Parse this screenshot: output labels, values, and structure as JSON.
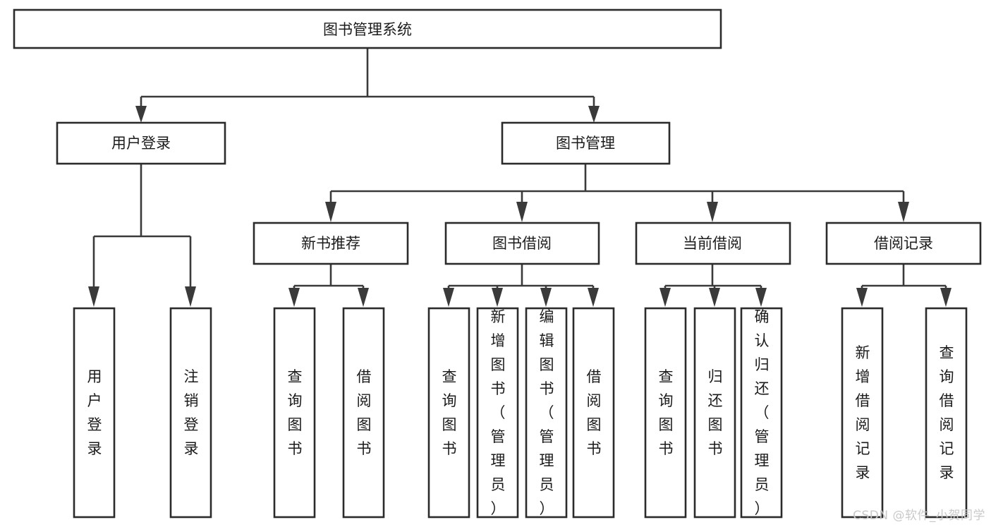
{
  "diagram": {
    "title": "图书管理系统",
    "type": "tree-hierarchy",
    "orientation": "top-down",
    "watermark": "CSDN @软件_小贺同学",
    "colors": {
      "box_stroke": "#2b2b2b",
      "box_fill": "#ffffff",
      "connector": "#3a3a3a",
      "label_text": "#1b1b1b",
      "watermark_text": "#c9c9c9",
      "background": "#ffffff"
    },
    "root": {
      "id": "root",
      "label": "图书管理系统",
      "orientation": "horizontal"
    },
    "level2": [
      {
        "id": "user-login",
        "label": "用户登录",
        "orientation": "horizontal"
      },
      {
        "id": "book-manage",
        "label": "图书管理",
        "orientation": "horizontal"
      }
    ],
    "level3": [
      {
        "id": "new-book-recommend",
        "label": "新书推荐",
        "parent": "book-manage",
        "orientation": "horizontal"
      },
      {
        "id": "book-borrow",
        "label": "图书借阅",
        "parent": "book-manage",
        "orientation": "horizontal"
      },
      {
        "id": "current-borrow",
        "label": "当前借阅",
        "parent": "book-manage",
        "orientation": "horizontal"
      },
      {
        "id": "borrow-record",
        "label": "借阅记录",
        "parent": "book-manage",
        "orientation": "horizontal"
      }
    ],
    "leaves": [
      {
        "id": "leaf-user-login",
        "label": "用户登录",
        "parent": "user-login",
        "orientation": "vertical"
      },
      {
        "id": "leaf-logout",
        "label": "注销登录",
        "parent": "user-login",
        "orientation": "vertical"
      },
      {
        "id": "leaf-query-book-1",
        "label": "查询图书",
        "parent": "new-book-recommend",
        "orientation": "vertical"
      },
      {
        "id": "leaf-borrow-book-1",
        "label": "借阅图书",
        "parent": "new-book-recommend",
        "orientation": "vertical"
      },
      {
        "id": "leaf-query-book-2",
        "label": "查询图书",
        "parent": "book-borrow",
        "orientation": "vertical"
      },
      {
        "id": "leaf-add-book",
        "label": "新增图书（管理员）",
        "parent": "book-borrow",
        "orientation": "vertical"
      },
      {
        "id": "leaf-edit-book",
        "label": "编辑图书（管理员）",
        "parent": "book-borrow",
        "orientation": "vertical"
      },
      {
        "id": "leaf-borrow-book-2",
        "label": "借阅图书",
        "parent": "book-borrow",
        "orientation": "vertical"
      },
      {
        "id": "leaf-query-book-3",
        "label": "查询图书",
        "parent": "current-borrow",
        "orientation": "vertical"
      },
      {
        "id": "leaf-return-book",
        "label": "归还图书",
        "parent": "current-borrow",
        "orientation": "vertical"
      },
      {
        "id": "leaf-confirm-return",
        "label": "确认归还（管理员）",
        "parent": "current-borrow",
        "orientation": "vertical"
      },
      {
        "id": "leaf-add-record",
        "label": "新增借阅记录",
        "parent": "borrow-record",
        "orientation": "vertical"
      },
      {
        "id": "leaf-query-record",
        "label": "查询借阅记录",
        "parent": "borrow-record",
        "orientation": "vertical"
      }
    ]
  }
}
